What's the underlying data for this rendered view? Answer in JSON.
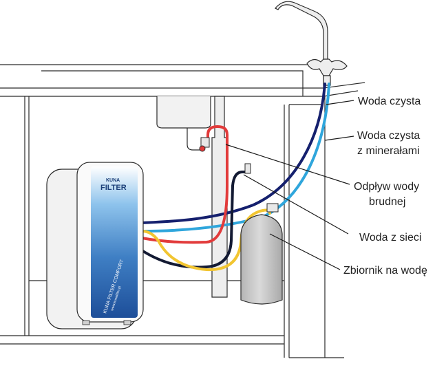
{
  "labels": {
    "clean_water": "Woda czysta",
    "mineral_water_line1": "Woda czysta",
    "mineral_water_line2": "z minerałami",
    "drain_line1": "Odpływ wody",
    "drain_line2": "brudnej",
    "mains_water": "Woda z sieci",
    "tank": "Zbiornik na wodę"
  },
  "filter_branding": {
    "logo_line1": "KUNA",
    "logo_line2": "FILTER",
    "product_text": "KUNA FILTER COMFORT",
    "website_text": "www.kunafilter.pl"
  },
  "colors": {
    "clean_water_pipe": "#15206e",
    "mineral_water_pipe": "#2fa6dc",
    "drain_pipe": "#e23b3b",
    "mains_water_pipe": "#131a33",
    "tank_pipe": "#f2c531",
    "outline": "#2a2a2a",
    "tank_fill": "#c8c8c8",
    "filter_panel": "#3f7fc4"
  }
}
